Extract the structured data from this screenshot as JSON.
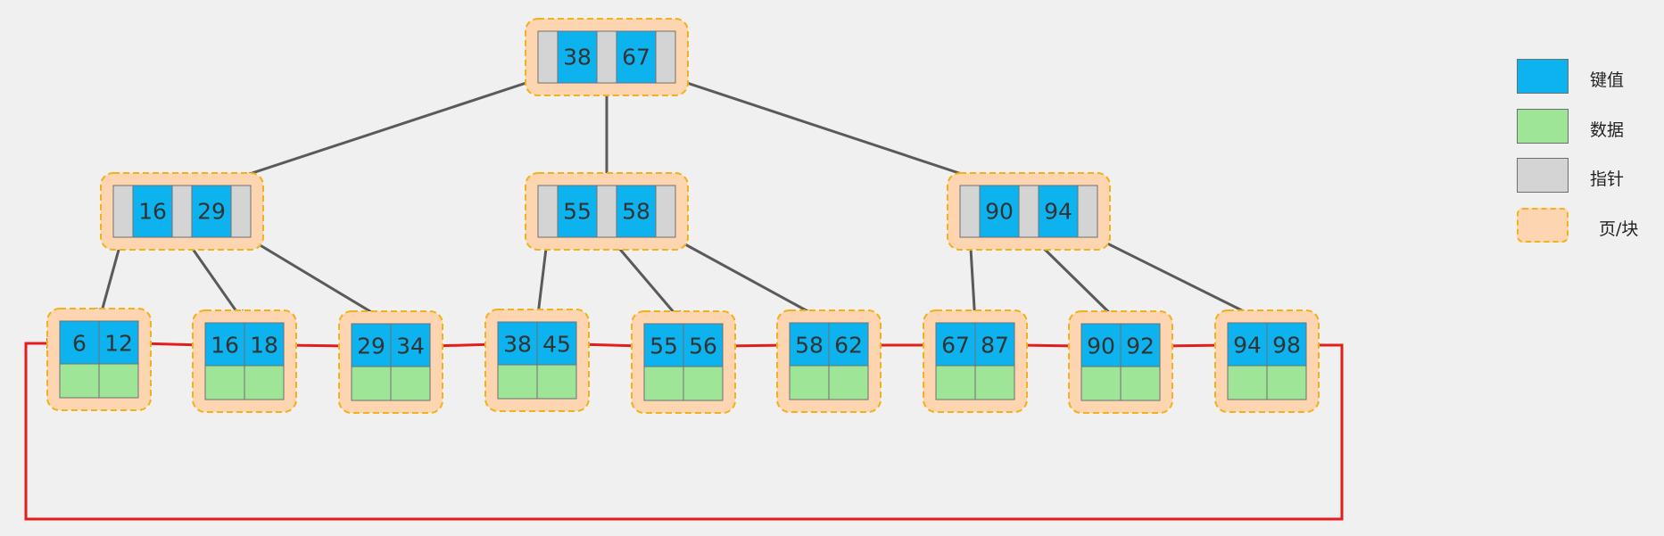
{
  "colors": {
    "key": "#0db3ef",
    "data": "#9ee597",
    "pointer": "#d4d4d4",
    "page": "#fdd5b1",
    "page_border": "#f2b21c",
    "tree_arrow": "#5a5a5a",
    "leaf_link": "#e31c1c"
  },
  "legend": [
    {
      "id": "key",
      "label": "键值"
    },
    {
      "id": "data",
      "label": "数据"
    },
    {
      "id": "pointer",
      "label": "指针"
    },
    {
      "id": "page",
      "label": "页/块"
    }
  ],
  "tree": {
    "root": {
      "keys": [
        "38",
        "67"
      ]
    },
    "internal": [
      {
        "keys": [
          "16",
          "29"
        ]
      },
      {
        "keys": [
          "55",
          "58"
        ]
      },
      {
        "keys": [
          "90",
          "94"
        ]
      }
    ],
    "leaves": [
      {
        "keys": [
          "6",
          "12"
        ]
      },
      {
        "keys": [
          "16",
          "18"
        ]
      },
      {
        "keys": [
          "29",
          "34"
        ]
      },
      {
        "keys": [
          "38",
          "45"
        ]
      },
      {
        "keys": [
          "55",
          "56"
        ]
      },
      {
        "keys": [
          "58",
          "62"
        ]
      },
      {
        "keys": [
          "67",
          "87"
        ]
      },
      {
        "keys": [
          "90",
          "92"
        ]
      },
      {
        "keys": [
          "94",
          "98"
        ]
      }
    ]
  }
}
